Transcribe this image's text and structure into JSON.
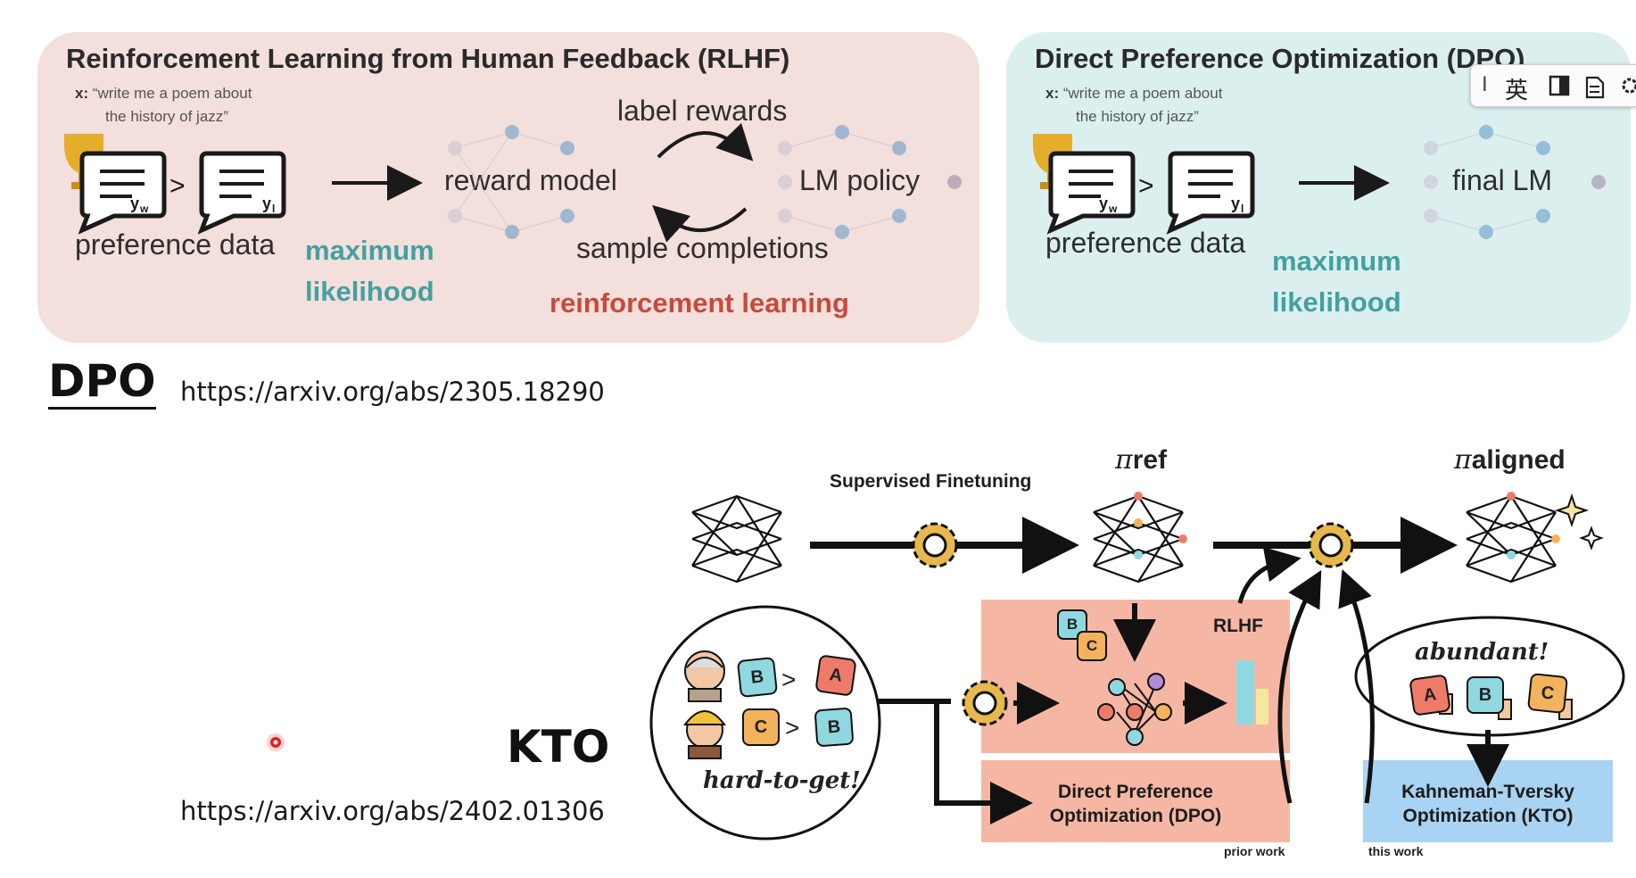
{
  "rlhf": {
    "title": "Reinforcement Learning from Human Feedback (RLHF)",
    "x_prefix": "x:",
    "x_line1": "“write me a poem about",
    "x_line2": "the history of jazz”",
    "y_w": "y",
    "y_w_sub": "w",
    "y_l": "y",
    "y_l_sub": "l",
    "preference": "preference data",
    "ml1": "maximum",
    "ml2": "likelihood",
    "reward_model": "reward model",
    "label_rewards": "label rewards",
    "sample_completions": "sample completions",
    "lm_policy": "LM policy",
    "rl": "reinforcement learning"
  },
  "dpo_panel": {
    "title": "Direct Preference Optimization (DPO)",
    "x_prefix": "x:",
    "x_line1": "“write me a poem about",
    "x_line2": "the history of jazz”",
    "preference": "preference data",
    "ml1": "maximum",
    "ml2": "likelihood",
    "final_lm": "final LM"
  },
  "dpo_heading": "DPO",
  "dpo_link": "https://arxiv.org/abs/2305.18290",
  "kto_heading": "KTO",
  "kto_link": "https://arxiv.org/abs/2402.01306",
  "kto": {
    "sft": "Supervised Finetuning",
    "pi": "π",
    "pi_ref_sub": "ref",
    "pi_aligned_sub": "aligned",
    "rlhf": "RLHF",
    "dpo_box_l1": "Direct Preference",
    "dpo_box_l2": "Optimization (DPO)",
    "kto_box_l1": "Kahneman-Tversky",
    "kto_box_l2": "Optimization (KTO)",
    "prior_work": "prior work",
    "this_work": "this work",
    "hard_to_get": "hard-to-get!",
    "abundant": "abundant!",
    "tag_a": "A",
    "tag_b": "B",
    "tag_c": "C",
    "gt": ">"
  },
  "ime": {
    "cursor": "I",
    "lang": "英",
    "icon_half": "half-width-icon",
    "icon_tool": "toolbox-icon",
    "icon_gear": "settings-icon"
  },
  "colors": {
    "rlhf_bg": "#f3dfdb",
    "dpo_bg": "#dcefef",
    "teal": "#43a0a0",
    "red": "#c84a3c",
    "salmon": "#f5b7a4",
    "blue_box": "#a9d3f2",
    "gear": "#e7b84c",
    "tag_a": "#ee7b6a",
    "tag_b": "#8fd8e0",
    "tag_c": "#f3b25c"
  }
}
